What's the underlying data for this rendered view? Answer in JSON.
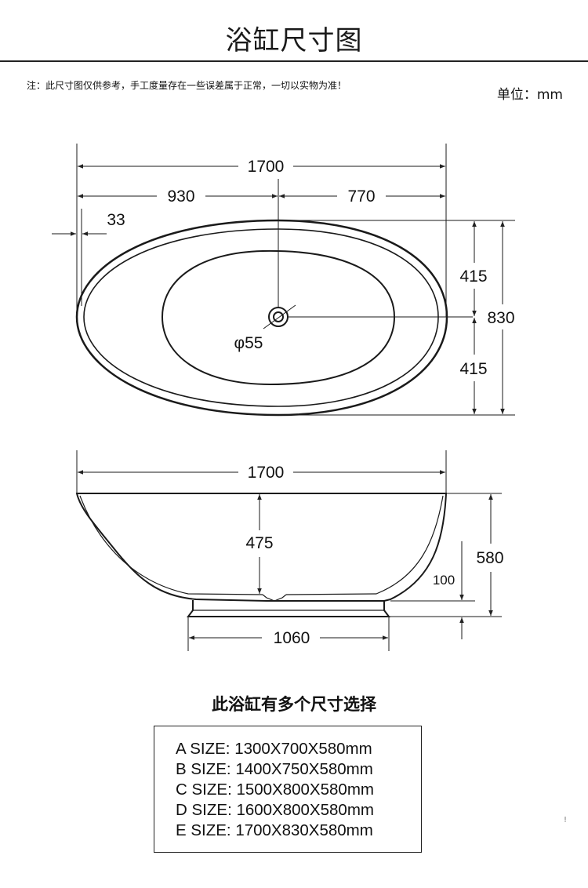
{
  "header": {
    "title": "浴缸尺寸图",
    "note": "注：此尺寸图仅供参考，手工度量存在一些误差属于正常，一切以实物为准！",
    "unit": "单位：mm"
  },
  "top_view": {
    "overall_length": "1700",
    "drain_left_distance": "930",
    "drain_right_distance": "770",
    "rim_offset": "33",
    "half_width_upper": "415",
    "overall_width": "830",
    "half_width_lower": "415",
    "drain_diameter": "φ55"
  },
  "side_view": {
    "overall_length": "1700",
    "inner_depth": "475",
    "overall_height": "580",
    "base_height": "100",
    "base_length": "1060"
  },
  "sizes": {
    "heading": "此浴缸有多个尺寸选择",
    "options": [
      "A SIZE: 1300X700X580mm",
      "B SIZE: 1400X750X580mm",
      "C SIZE: 1500X800X580mm",
      "D SIZE: 1600X800X580mm",
      "E SIZE: 1700X830X580mm"
    ]
  },
  "corner_mark": "!"
}
